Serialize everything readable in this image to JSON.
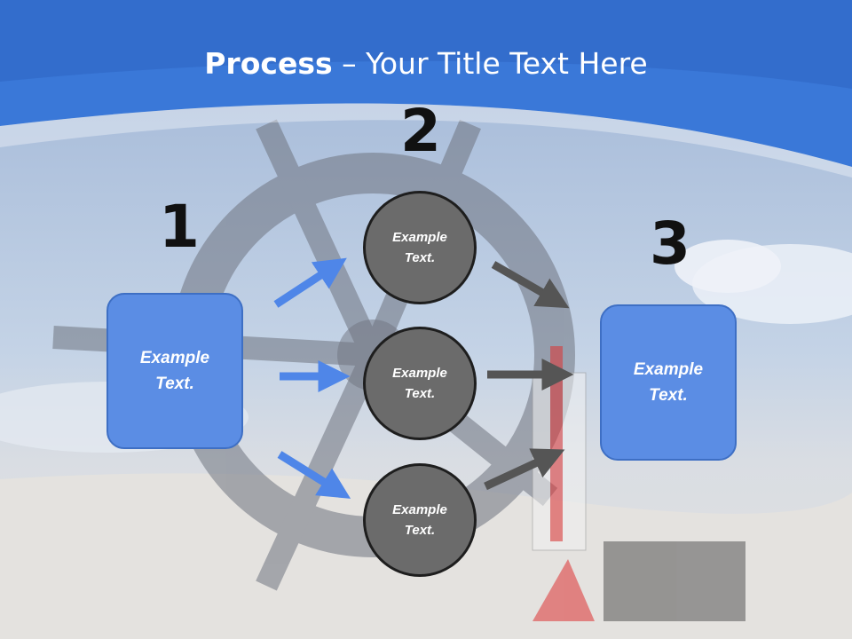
{
  "title": {
    "bold": "Process",
    "rest": " – Your Title Text Here"
  },
  "steps": [
    {
      "number": "1",
      "label": "Example\nText."
    },
    {
      "number": "2",
      "label": "Example\nText."
    },
    {
      "number": "3",
      "label": "Example\nText."
    }
  ],
  "middle_nodes": [
    {
      "label": "Example\nText."
    },
    {
      "label": "Example\nText."
    },
    {
      "label": "Example\nText."
    }
  ],
  "colors": {
    "header_blue": "#3a78d8",
    "box_blue": "#5b8de4",
    "arrow_blue": "#4f86e8",
    "arrow_gray": "#555555",
    "circle_gray": "#6b6b6b"
  }
}
